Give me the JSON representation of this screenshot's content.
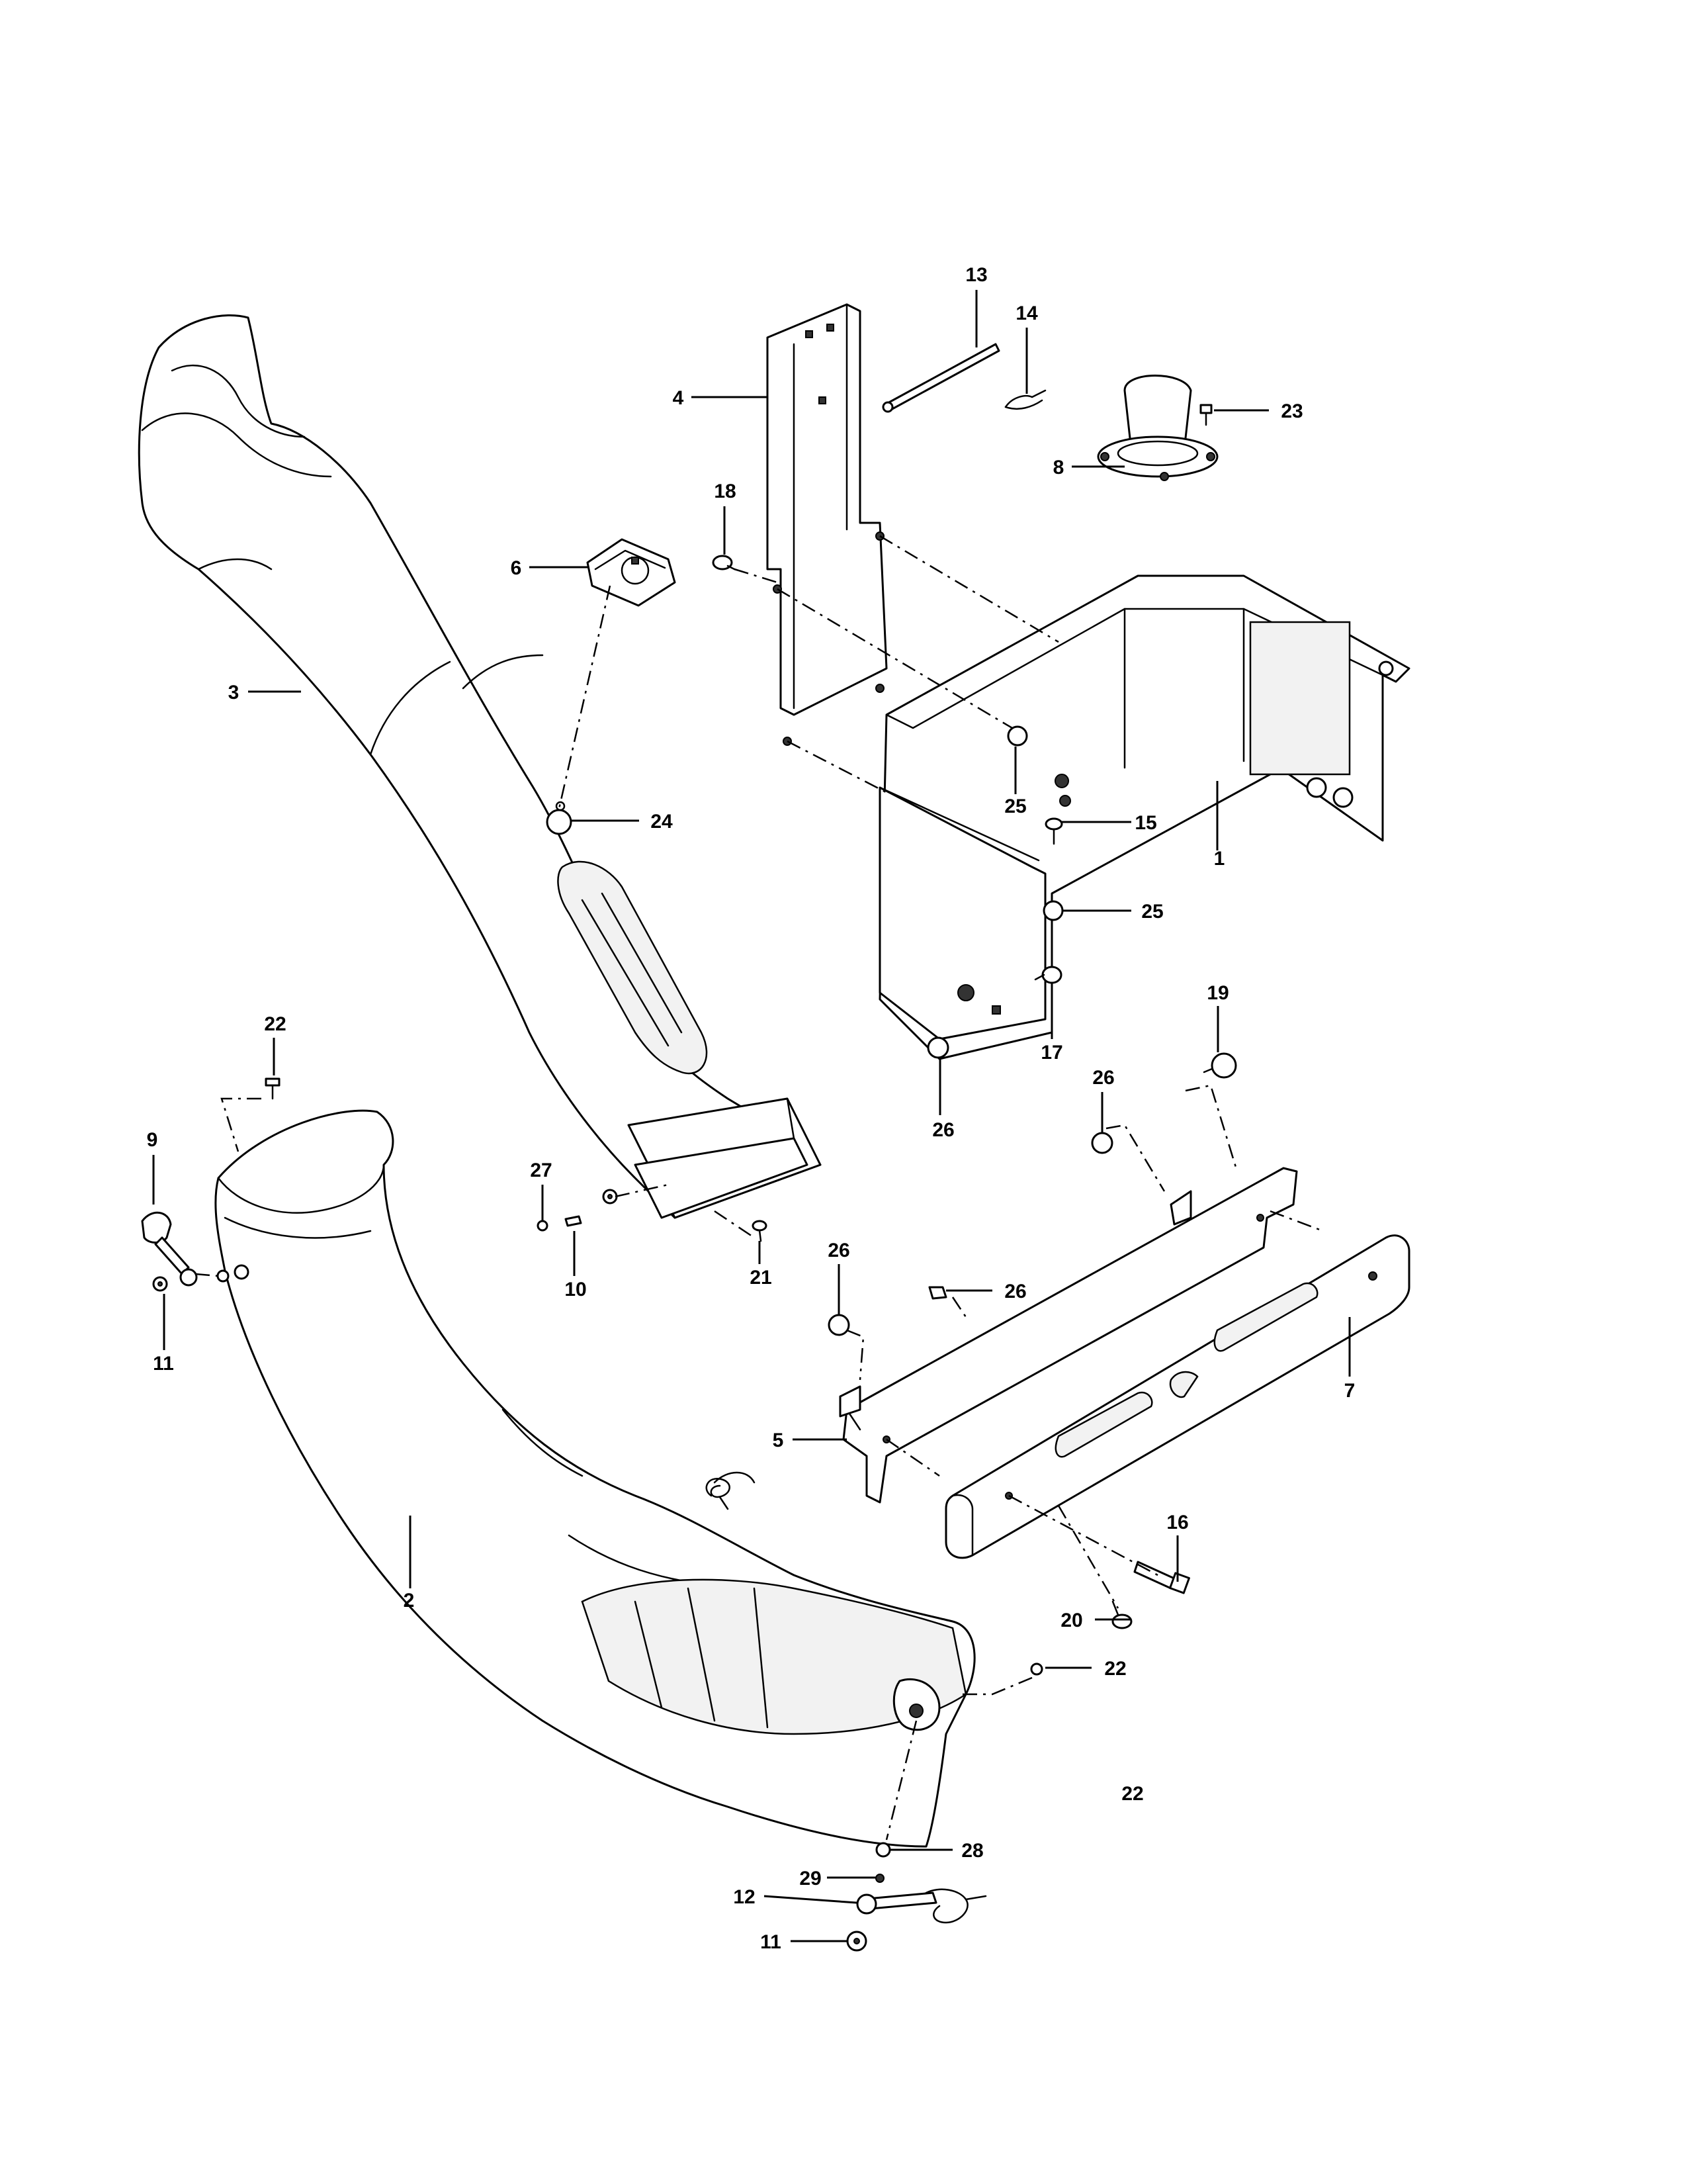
{
  "diagram": {
    "type": "exploded parts diagram",
    "callouts": [
      {
        "id": "c1",
        "label": "1"
      },
      {
        "id": "c2",
        "label": "2"
      },
      {
        "id": "c3",
        "label": "3"
      },
      {
        "id": "c4",
        "label": "4"
      },
      {
        "id": "c5",
        "label": "5"
      },
      {
        "id": "c6",
        "label": "6"
      },
      {
        "id": "c7",
        "label": "7"
      },
      {
        "id": "c8",
        "label": "8"
      },
      {
        "id": "c9",
        "label": "9"
      },
      {
        "id": "c10",
        "label": "10"
      },
      {
        "id": "c11a",
        "label": "11"
      },
      {
        "id": "c11b",
        "label": "11"
      },
      {
        "id": "c12",
        "label": "12"
      },
      {
        "id": "c13",
        "label": "13"
      },
      {
        "id": "c14",
        "label": "14"
      },
      {
        "id": "c15",
        "label": "15"
      },
      {
        "id": "c16",
        "label": "16"
      },
      {
        "id": "c17",
        "label": "17"
      },
      {
        "id": "c18",
        "label": "18"
      },
      {
        "id": "c19",
        "label": "19"
      },
      {
        "id": "c20",
        "label": "20"
      },
      {
        "id": "c21",
        "label": "21"
      },
      {
        "id": "c22a",
        "label": "22"
      },
      {
        "id": "c22b",
        "label": "22"
      },
      {
        "id": "c22c",
        "label": "22"
      },
      {
        "id": "c23",
        "label": "23"
      },
      {
        "id": "c24",
        "label": "24"
      },
      {
        "id": "c25a",
        "label": "25"
      },
      {
        "id": "c25b",
        "label": "25"
      },
      {
        "id": "c26a",
        "label": "26"
      },
      {
        "id": "c26b",
        "label": "26"
      },
      {
        "id": "c26c",
        "label": "26"
      },
      {
        "id": "c26d",
        "label": "26"
      },
      {
        "id": "c27",
        "label": "27"
      },
      {
        "id": "c28",
        "label": "28"
      },
      {
        "id": "c29",
        "label": "29"
      }
    ]
  }
}
